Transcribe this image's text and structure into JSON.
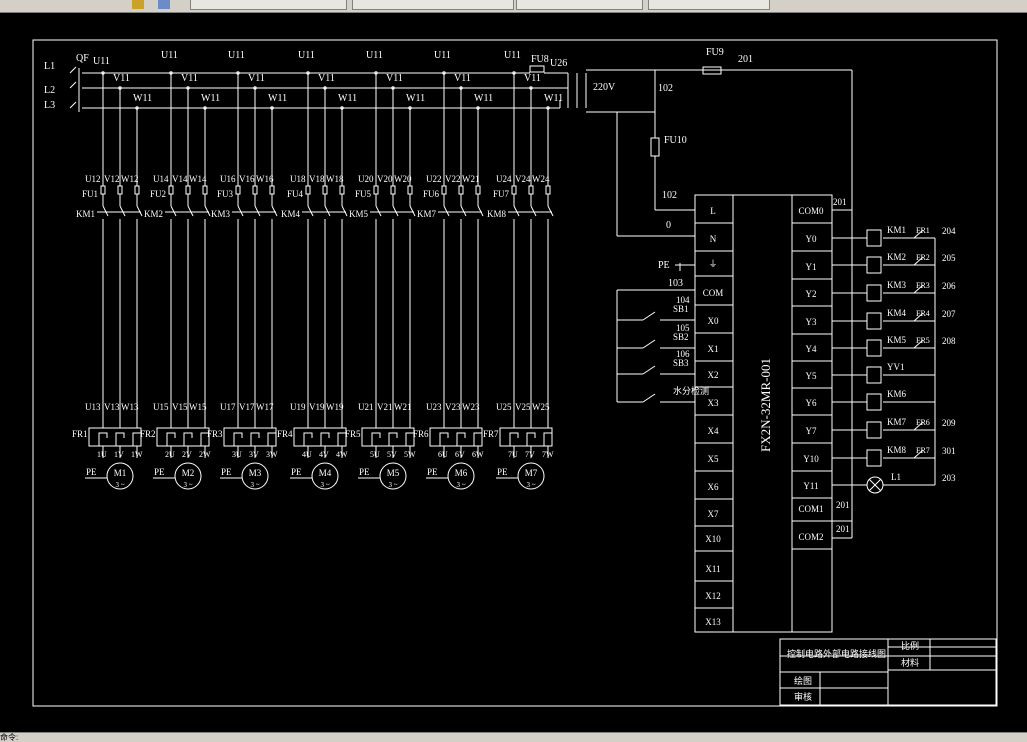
{
  "toolbar": {
    "tab_labels": [
      "",
      "",
      ""
    ]
  },
  "status": {
    "text": "命令:"
  },
  "schematic": {
    "phase_labels": [
      "L1",
      "L2",
      "L3"
    ],
    "qf": "QF",
    "bus_u": "U11",
    "bus_v": "V11",
    "bus_w": "W11",
    "fu8": "FU8",
    "fu9": "FU9",
    "fu10": "FU10",
    "u26": "U26",
    "v220": "220V",
    "n201": "201",
    "n102": "102",
    "n0": "0",
    "n103": "103",
    "pe": "PE",
    "motors": [
      {
        "top": [
          "U12",
          "V12",
          "W12"
        ],
        "fu": "FU1",
        "km": "KM1",
        "mid": [
          "U13",
          "V13",
          "W13"
        ],
        "fr": "FR1",
        "term": [
          "1U",
          "1V",
          "1W"
        ],
        "m": "M1"
      },
      {
        "top": [
          "U14",
          "V14",
          "W14"
        ],
        "fu": "FU2",
        "km": "KM2",
        "mid": [
          "U15",
          "V15",
          "W15"
        ],
        "fr": "FR2",
        "term": [
          "2U",
          "2V",
          "2W"
        ],
        "m": "M2"
      },
      {
        "top": [
          "U16",
          "V16",
          "W16"
        ],
        "fu": "FU3",
        "km": "KM3",
        "mid": [
          "U17",
          "V17",
          "W17"
        ],
        "fr": "FR3",
        "term": [
          "3U",
          "3V",
          "3W"
        ],
        "m": "M3"
      },
      {
        "top": [
          "U18",
          "V18",
          "W18"
        ],
        "fu": "FU4",
        "km": "KM4",
        "mid": [
          "U19",
          "V19",
          "W19"
        ],
        "fr": "FR4",
        "term": [
          "4U",
          "4V",
          "4W"
        ],
        "m": "M4"
      },
      {
        "top": [
          "U20",
          "V20",
          "W20"
        ],
        "fu": "FU5",
        "km": "KM5",
        "mid": [
          "U21",
          "V21",
          "W21"
        ],
        "fr": "FR5",
        "term": [
          "5U",
          "5V",
          "5W"
        ],
        "m": "M5"
      },
      {
        "top": [
          "U22",
          "V22",
          "W21"
        ],
        "fu": "FU6",
        "km": "KM7",
        "mid": [
          "U23",
          "V23",
          "W23"
        ],
        "fr": "FR6",
        "term": [
          "6U",
          "6V",
          "6W"
        ],
        "m": "M6"
      },
      {
        "top": [
          "U24",
          "V24",
          "W24"
        ],
        "fu": "FU7",
        "km": "KM8",
        "mid": [
          "U25",
          "V25",
          "W25"
        ],
        "fr": "FR7",
        "term": [
          "7U",
          "7V",
          "7W"
        ],
        "m": "M7"
      }
    ],
    "motor_phase": "3 ~",
    "plc_model": "FX2N-32MR-001",
    "plc_left": [
      "L",
      "N",
      "⏚",
      "COM",
      "X0",
      "X1",
      "X2",
      "X3",
      "X4",
      "X5",
      "X6",
      "X7",
      "X10",
      "X11",
      "X12",
      "X13"
    ],
    "plc_right": [
      "COM0",
      "Y0",
      "Y1",
      "Y2",
      "Y3",
      "Y4",
      "Y5",
      "Y6",
      "Y7",
      "Y10",
      "Y11",
      "COM1",
      "COM2"
    ],
    "inputs": [
      {
        "n": "104",
        "sb": "SB1"
      },
      {
        "n": "105",
        "sb": "SB2"
      },
      {
        "n": "106",
        "sb": "SB3"
      },
      {
        "n": "",
        "sb": "水分检测"
      }
    ],
    "outputs": [
      {
        "coil": "KM1",
        "fr": "FR1",
        "n": "204"
      },
      {
        "coil": "KM2",
        "fr": "FR2",
        "n": "205"
      },
      {
        "coil": "KM3",
        "fr": "FR3",
        "n": "206"
      },
      {
        "coil": "KM4",
        "fr": "FR4",
        "n": "207"
      },
      {
        "coil": "KM5",
        "fr": "FR5",
        "n": "208"
      },
      {
        "coil": "YV1",
        "fr": "",
        "n": ""
      },
      {
        "coil": "KM6",
        "fr": "",
        "n": ""
      },
      {
        "coil": "KM7",
        "fr": "FR6",
        "n": "209"
      },
      {
        "coil": "KM8",
        "fr": "FR7",
        "n": "301"
      },
      {
        "coil": "L1",
        "fr": "",
        "n": "203"
      }
    ],
    "com201": [
      "201",
      "201",
      "201"
    ],
    "title_block": {
      "title": "控制电路外部电路接线图",
      "scale": "比例",
      "material": "材料",
      "drawn": "绘图",
      "review": "审核"
    }
  }
}
